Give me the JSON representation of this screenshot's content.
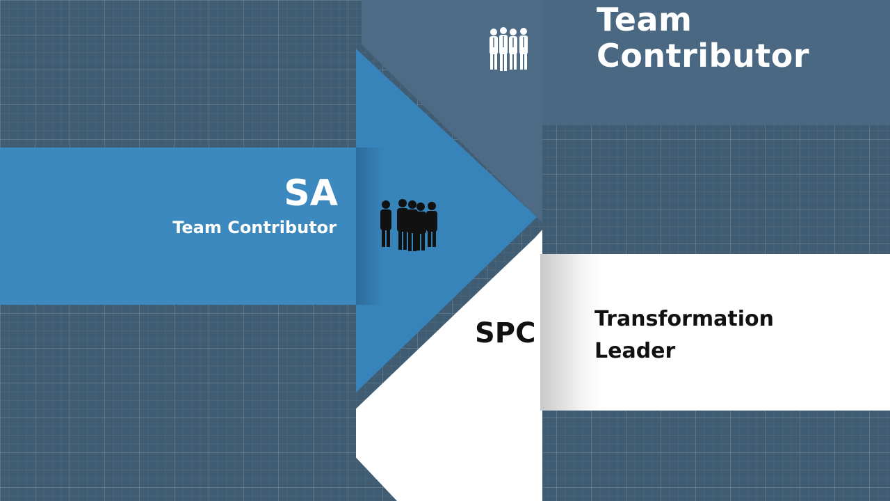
{
  "top_card": {
    "title_line1": "Team",
    "title_line2": "Contributor",
    "icon": "team-people-icon"
  },
  "sa_card": {
    "abbr": "SA",
    "role": "Team Contributor",
    "icon": "team-people-icon"
  },
  "spc_card": {
    "abbr": "SPC",
    "role_line1": "Transformation",
    "role_line2": "Leader"
  },
  "colors": {
    "background": "#3f5c72",
    "top_band": "#4a6882",
    "blue_band": "#3b89be",
    "white_band": "#ffffff"
  }
}
